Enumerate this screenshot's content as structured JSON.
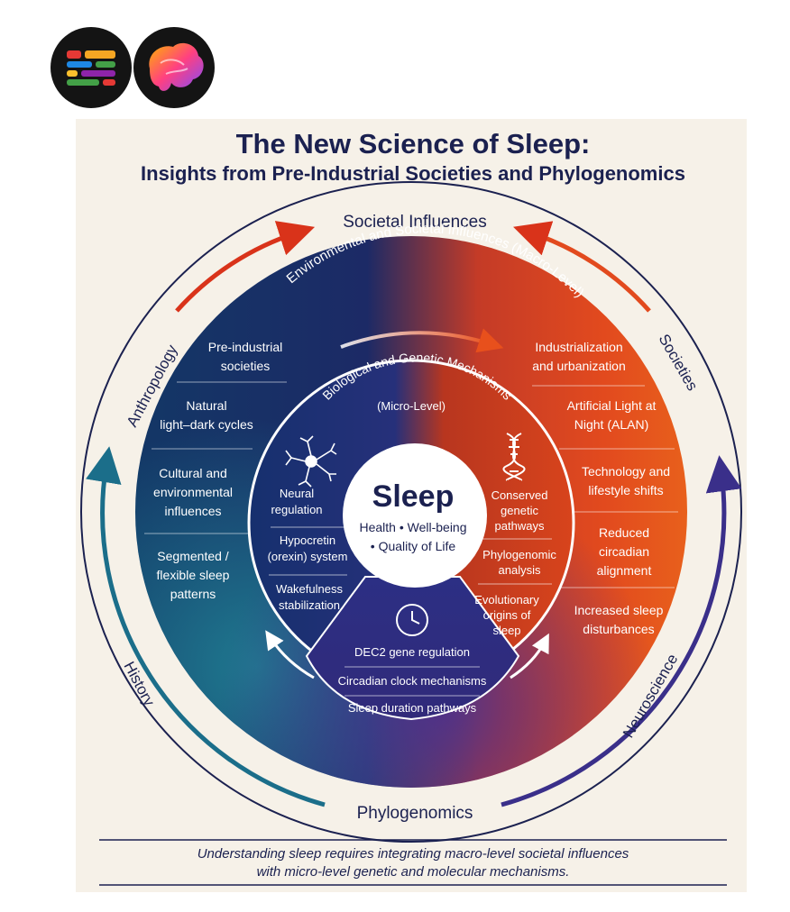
{
  "title": {
    "line1": "The New Science of Sleep:",
    "line2": "Insights from Pre-Industrial Societies and Phylogenomics"
  },
  "outer_ring": {
    "top": "Societal Influences",
    "bottom": "Phylogenomics",
    "left_upper": "Anthropology",
    "left_lower": "History",
    "right_upper": "Societies",
    "right_lower": "Neuroscience"
  },
  "macro_label": "Environmental and Societal Influences (Macro-Level)",
  "micro_label_line1": "Biological and Genetic Mechanisms",
  "micro_label_line2": "(Micro-Level)",
  "left_column": [
    [
      "Pre-industrial",
      "societies"
    ],
    [
      "Natural",
      "light–dark cycles"
    ],
    [
      "Cultural and",
      "environmental",
      "influences"
    ],
    [
      "Segmented /",
      "flexible sleep",
      "patterns"
    ]
  ],
  "right_column": [
    [
      "Industrialization",
      "and urbanization"
    ],
    [
      "Artificial Light at",
      "Night (ALAN)"
    ],
    [
      "Technology and",
      "lifestyle shifts"
    ],
    [
      "Reduced",
      "circadian",
      "alignment"
    ],
    [
      "Increased sleep",
      "disturbances"
    ]
  ],
  "inner_left": [
    [
      "Neural",
      "regulation"
    ],
    [
      "Hypocretin",
      "(orexin) system"
    ],
    [
      "Wakefulness",
      "stabilization"
    ]
  ],
  "inner_right": [
    [
      "Conserved",
      "genetic",
      "pathways"
    ],
    [
      "Phylogenomic",
      "analysis"
    ],
    [
      "Evolutionary",
      "origins of",
      "sleep"
    ]
  ],
  "inner_bottom": [
    "DEC2 gene regulation",
    "Circadian clock mechanisms",
    "Sleep duration pathways"
  ],
  "center": {
    "title": "Sleep",
    "line1": "Health • Well-being",
    "line2": "• Quality of Life"
  },
  "footer": {
    "line1": "Understanding sleep requires integrating macro-level societal influences",
    "line2": "with micro-level genetic and molecular mechanisms."
  },
  "colors": {
    "navy": "#1b2150",
    "deep_blue": "#16306a",
    "teal": "#1b6e8a",
    "red": "#d9331a",
    "orange": "#e8601c",
    "purple": "#3a2f8a",
    "cream": "#f6f1e8"
  },
  "icons": [
    "neuron-icon",
    "dna-icon",
    "clock-icon"
  ]
}
